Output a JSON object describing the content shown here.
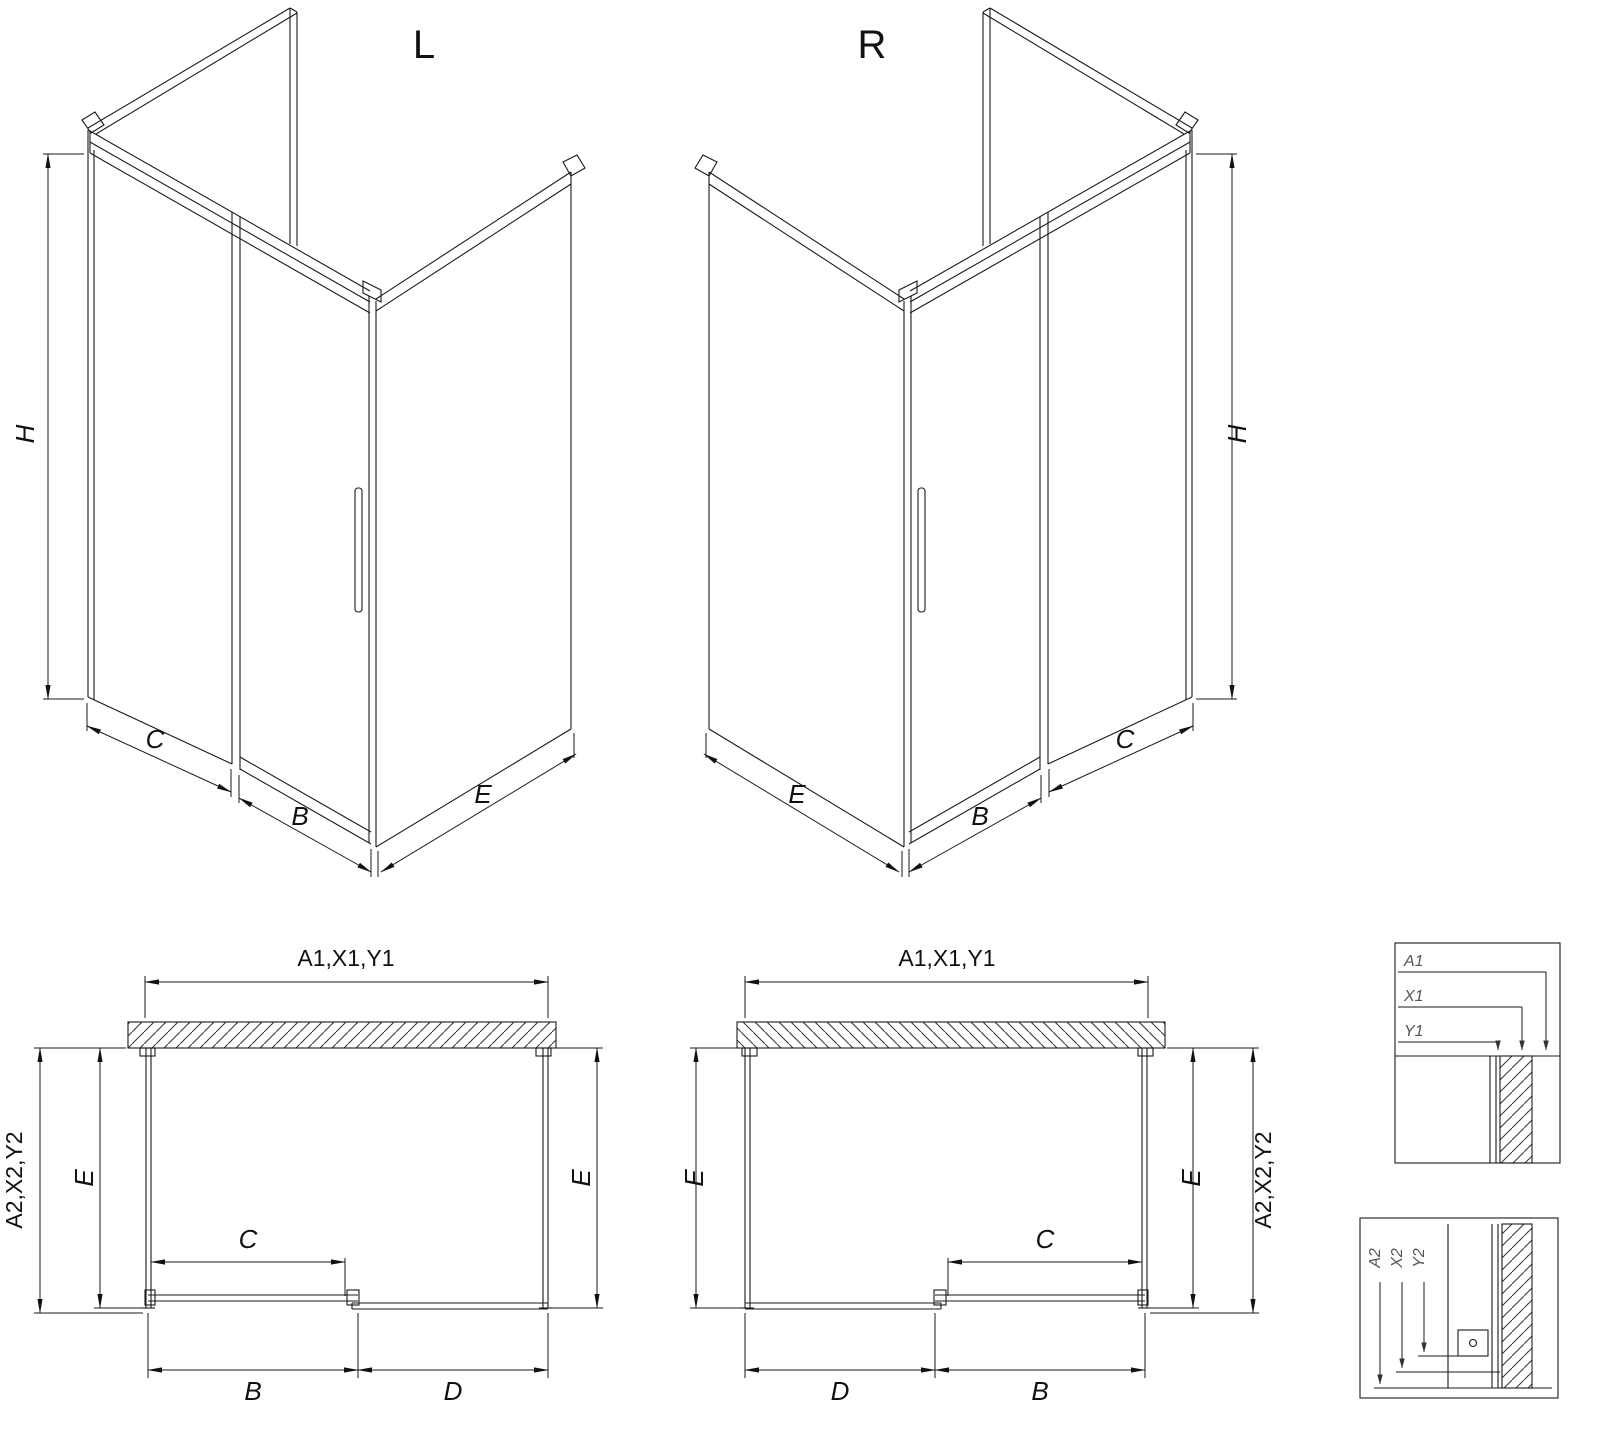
{
  "drawing": {
    "background": "#ffffff",
    "line_color": "#1a1a1a"
  },
  "iso_left": {
    "label": "L",
    "dim_h": "H",
    "dim_c": "C",
    "dim_b": "B",
    "dim_e": "E"
  },
  "iso_right": {
    "label": "R",
    "dim_h": "H",
    "dim_c": "C",
    "dim_b": "B",
    "dim_e": "E"
  },
  "plan_left": {
    "dim_top": "A1,X1,Y1",
    "dim_side_outer": "A2,X2,Y2",
    "dim_e_left": "E",
    "dim_e_right": "E",
    "dim_c": "C",
    "dim_b": "B",
    "dim_d": "D"
  },
  "plan_right": {
    "dim_top": "A1,X1,Y1",
    "dim_side_outer": "A2,X2,Y2",
    "dim_e_left": "E",
    "dim_e_right": "E",
    "dim_c": "C",
    "dim_b": "B",
    "dim_d": "D"
  },
  "detail_top": {
    "labels": [
      "A1",
      "X1",
      "Y1"
    ]
  },
  "detail_bottom": {
    "labels": [
      "A2",
      "X2",
      "Y2"
    ]
  }
}
